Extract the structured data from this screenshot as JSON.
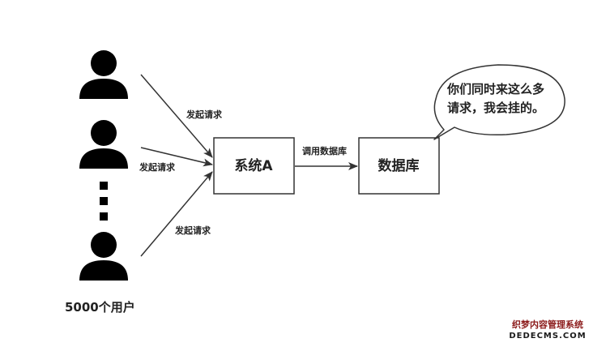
{
  "diagram": {
    "users_label": "5000个用户",
    "request_labels": [
      "发起请求",
      "发起请求",
      "发起请求"
    ],
    "system_box": "系统A",
    "call_label": "调用数据库",
    "database_box": "数据库",
    "speech_bubble": [
      "你们同时来这么多",
      "请求，我会挂的。"
    ]
  },
  "watermark": {
    "line1": "织梦内容管理系统",
    "line2": "DEDECMS.COM"
  },
  "colors": {
    "stroke": "#333333",
    "person": "#000000",
    "watermark": "#8b1a1a"
  },
  "icons": [
    "person-icon",
    "person-icon",
    "person-icon",
    "ellipsis-dots"
  ]
}
